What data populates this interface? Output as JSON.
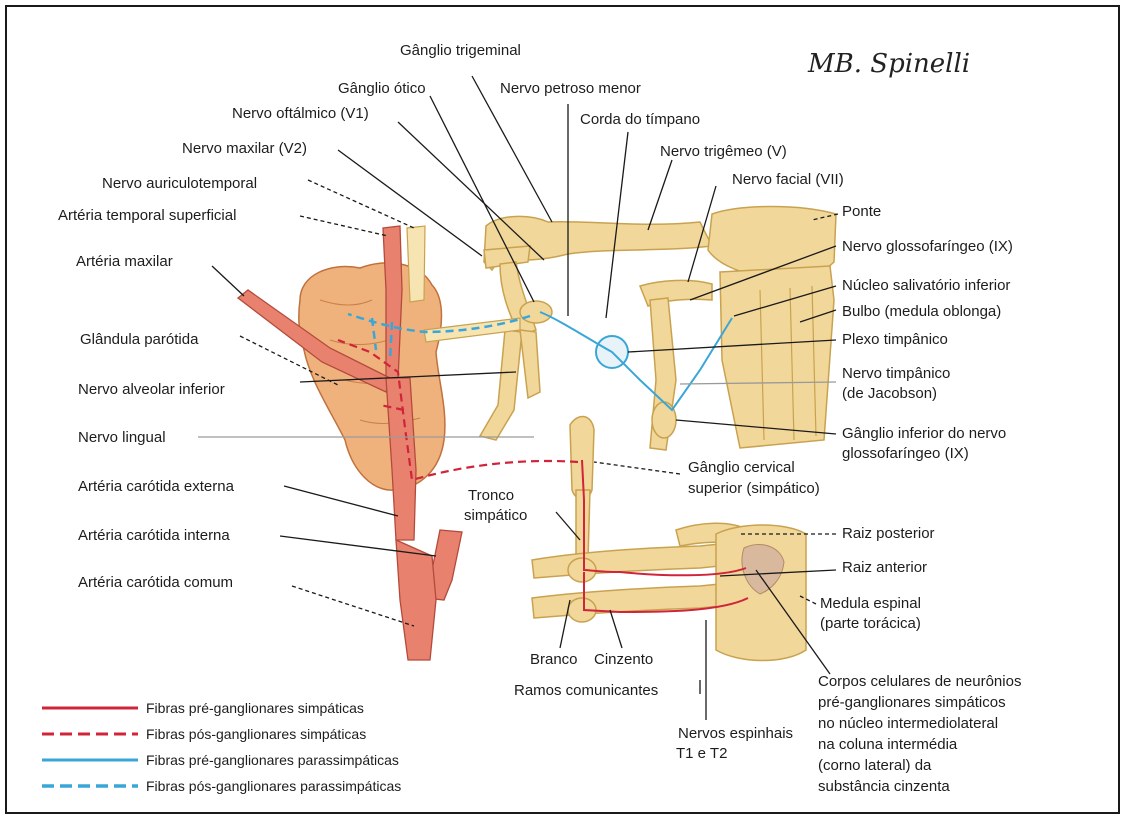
{
  "signature": "MB. Spinelli",
  "labels": {
    "ganglio_trigeminal": "Gânglio trigeminal",
    "ganglio_otico": "Gânglio ótico",
    "nervo_oftalmico": "Nervo oftálmico (V1)",
    "nervo_maxilar": "Nervo maxilar (V2)",
    "nervo_auriculotemporal": "Nervo auriculotemporal",
    "arteria_temporal": "Artéria temporal superficial",
    "arteria_maxilar": "Artéria maxilar",
    "glandula_parotida": "Glândula parótida",
    "nervo_alveolar": "Nervo alveolar inferior",
    "nervo_lingual": "Nervo lingual",
    "arteria_carotida_externa": "Artéria carótida externa",
    "arteria_carotida_interna": "Artéria carótida interna",
    "arteria_carotida_comum": "Artéria carótida comum",
    "nervo_petroso_menor": "Nervo petroso menor",
    "corda_timpano": "Corda do tímpano",
    "nervo_trigemeo": "Nervo trigêmeo (V)",
    "nervo_facial": "Nervo facial (VII)",
    "ponte": "Ponte",
    "nervo_glossofaringeo": "Nervo glossofaríngeo (IX)",
    "nucleo_salivatorio": "Núcleo salivatório inferior",
    "bulbo": "Bulbo (medula oblonga)",
    "plexo_timpanico": "Plexo timpânico",
    "nervo_timpanico_1": "Nervo timpânico",
    "nervo_timpanico_2": "(de Jacobson)",
    "ganglio_inferior_1": "Gânglio inferior do nervo",
    "ganglio_inferior_2": "glossofaríngeo (IX)",
    "ganglio_cervical_1": "Gânglio cervical",
    "ganglio_cervical_2": "superior (simpático)",
    "tronco_simpatico_1": "Tronco",
    "tronco_simpatico_2": "simpático",
    "raiz_posterior": "Raiz posterior",
    "raiz_anterior": "Raiz anterior",
    "medula_espinal_1": "Medula espinal",
    "medula_espinal_2": "(parte torácica)",
    "branco": "Branco",
    "cinzento": "Cinzento",
    "ramos_comunicantes": "Ramos comunicantes",
    "nervos_espinhais_1": "Nervos espinhais",
    "nervos_espinhais_2": "T1 e T2",
    "corpos_1": "Corpos celulares de neurônios",
    "corpos_2": "pré-ganglionares simpáticos",
    "corpos_3": "no núcleo intermediolateral",
    "corpos_4": "na coluna intermédia",
    "corpos_5": "(corno lateral) da",
    "corpos_6": "substância cinzenta"
  },
  "legend": [
    {
      "label": "Fibras pré-ganglionares simpáticas",
      "color": "#d0243a",
      "style": "solid"
    },
    {
      "label": "Fibras pós-ganglionares simpáticas",
      "color": "#d0243a",
      "style": "dashed"
    },
    {
      "label": "Fibras pré-ganglionares parassimpáticas",
      "color": "#3aa6d8",
      "style": "solid"
    },
    {
      "label": "Fibras pós-ganglionares parassimpáticas",
      "color": "#3aa6d8",
      "style": "dashed"
    }
  ]
}
